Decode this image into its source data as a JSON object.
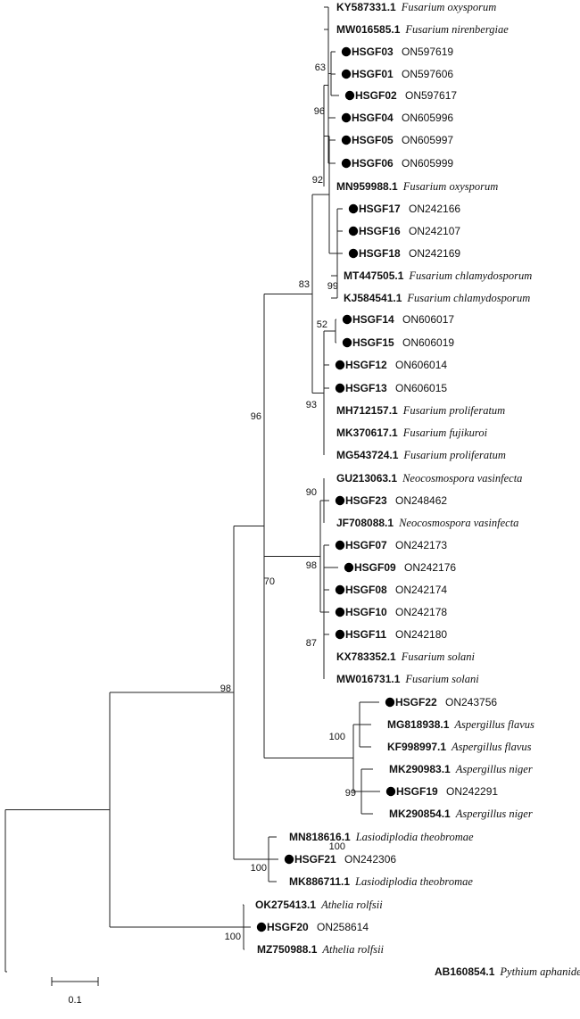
{
  "scale_bar_label": "0.1",
  "taxa": [
    {
      "acc": "KY587331.1",
      "species": "Fusarium oxysporum",
      "dot": false
    },
    {
      "acc": "MW016585.1",
      "species": "Fusarium nirenbergiae",
      "dot": false
    },
    {
      "acc": "HSGF03",
      "genbank": "ON597619",
      "dot": true
    },
    {
      "acc": "HSGF01",
      "genbank": "ON597606",
      "dot": true
    },
    {
      "acc": "HSGF02",
      "genbank": "ON597617",
      "dot": true
    },
    {
      "acc": "HSGF04",
      "genbank": "ON605996",
      "dot": true
    },
    {
      "acc": "HSGF05",
      "genbank": "ON605997",
      "dot": true
    },
    {
      "acc": "HSGF06",
      "genbank": "ON605999",
      "dot": true
    },
    {
      "acc": "MN959988.1",
      "species": "Fusarium oxysporum",
      "dot": false
    },
    {
      "acc": "HSGF17",
      "genbank": "ON242166",
      "dot": true
    },
    {
      "acc": "HSGF16",
      "genbank": "ON242107",
      "dot": true
    },
    {
      "acc": "HSGF18",
      "genbank": "ON242169",
      "dot": true
    },
    {
      "acc": "MT447505.1",
      "species": "Fusarium chlamydosporum",
      "dot": false
    },
    {
      "acc": "KJ584541.1",
      "species": "Fusarium chlamydosporum",
      "dot": false
    },
    {
      "acc": "HSGF14",
      "genbank": "ON606017",
      "dot": true
    },
    {
      "acc": "HSGF15",
      "genbank": "ON606019",
      "dot": true
    },
    {
      "acc": "HSGF12",
      "genbank": "ON606014",
      "dot": true
    },
    {
      "acc": "HSGF13",
      "genbank": "ON606015",
      "dot": true
    },
    {
      "acc": "MH712157.1",
      "species": "Fusarium proliferatum",
      "dot": false
    },
    {
      "acc": "MK370617.1",
      "species": "Fusarium fujikuroi",
      "dot": false
    },
    {
      "acc": "MG543724.1",
      "species": "Fusarium proliferatum",
      "dot": false
    },
    {
      "acc": "GU213063.1",
      "species": "Neocosmospora vasinfecta",
      "dot": false
    },
    {
      "acc": "HSGF23",
      "genbank": "ON248462",
      "dot": true
    },
    {
      "acc": "JF708088.1",
      "species": "Neocosmospora vasinfecta",
      "dot": false
    },
    {
      "acc": "HSGF07",
      "genbank": "ON242173",
      "dot": true
    },
    {
      "acc": "HSGF09",
      "genbank": "ON242176",
      "dot": true
    },
    {
      "acc": "HSGF08",
      "genbank": "ON242174",
      "dot": true
    },
    {
      "acc": "HSGF10",
      "genbank": "ON242178",
      "dot": true
    },
    {
      "acc": "HSGF11",
      "genbank": "ON242180",
      "dot": true
    },
    {
      "acc": "KX783352.1",
      "species": "Fusarium solani",
      "dot": false
    },
    {
      "acc": "MW016731.1",
      "species": "Fusarium solani",
      "dot": false
    },
    {
      "acc": "HSGF22",
      "genbank": "ON243756",
      "dot": true
    },
    {
      "acc": "MG818938.1",
      "species": "Aspergillus flavus",
      "dot": false
    },
    {
      "acc": "KF998997.1",
      "species": "Aspergillus flavus",
      "dot": false
    },
    {
      "acc": "MK290983.1",
      "species": "Aspergillus niger",
      "dot": false
    },
    {
      "acc": "HSGF19",
      "genbank": "ON242291",
      "dot": true
    },
    {
      "acc": "MK290854.1",
      "species": "Aspergillus niger",
      "dot": false
    },
    {
      "acc": "MN818616.1",
      "species": "Lasiodiplodia theobromae",
      "dot": false
    },
    {
      "acc": "HSGF21",
      "genbank": "ON242306",
      "dot": true
    },
    {
      "acc": "MK886711.1",
      "species": "Lasiodiplodia theobromae",
      "dot": false
    },
    {
      "acc": "OK275413.1",
      "species": "Athelia rolfsii",
      "dot": false
    },
    {
      "acc": "HSGF20",
      "genbank": "ON258614",
      "dot": true
    },
    {
      "acc": "MZ750988.1",
      "species": "Athelia rolfsii",
      "dot": false
    },
    {
      "acc": "AB160854.1",
      "species": "Pythium aphanidermatum",
      "dot": false
    }
  ],
  "bootstrap": [
    "63",
    "96",
    "92",
    "99",
    "83",
    "52",
    "93",
    "96",
    "90",
    "98",
    "87",
    "70",
    "98",
    "100",
    "99",
    "100",
    "100",
    "100"
  ]
}
